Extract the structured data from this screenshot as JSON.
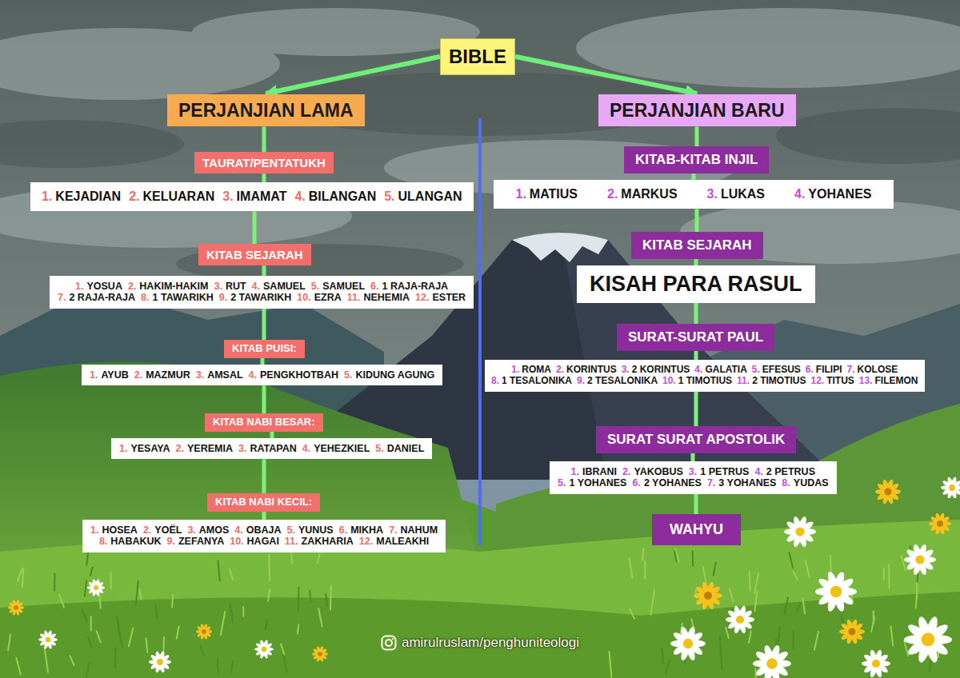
{
  "diagram": {
    "nodes": [
      {
        "text": [
          "BIBLE"
        ]
      },
      {
        "text": [
          "PERJANJIAN LAMA"
        ]
      },
      {
        "text": [
          "TAURAT/PENTATUKH"
        ]
      },
      {
        "text": [
          "1.",
          "KEJADIAN",
          "2.",
          "KELUARAN",
          "3.",
          "IMAMAT",
          "4.",
          "BILANGAN",
          "5.",
          "ULANGAN"
        ]
      },
      {
        "text": [
          "KITAB SEJARAH"
        ]
      },
      {
        "text": [
          "1.",
          "YOSUA",
          "2.",
          "HAKIM-HAKIM",
          "3.",
          "RUT",
          "4.",
          "SAMUEL",
          "5.",
          "SAMUEL",
          "6.",
          "1 RAJA-RAJA",
          "7.",
          "2 RAJA-RAJA",
          "8.",
          "1 TAWARIKH",
          "9.",
          "2 TAWARIKH",
          "10.",
          "EZRA",
          "11.",
          "NEHEMIA",
          "12.",
          "ESTER"
        ]
      },
      {
        "text": [
          "KITAB PUISI:"
        ]
      },
      {
        "text": [
          "1.",
          "AYUB",
          "2.",
          "MAZMUR",
          "3.",
          "AMSAL",
          "4.",
          "PENGKHOTBAH",
          "5.",
          "KIDUNG AGUNG"
        ]
      },
      {
        "text": [
          "KITAB NABI BESAR:"
        ]
      },
      {
        "text": [
          "1.",
          "YESAYA",
          "2.",
          "YEREMIA",
          "3.",
          "RATAPAN",
          "4.",
          "YEHEZKIEL",
          "5.",
          "DANIEL"
        ]
      },
      {
        "text": [
          "KITAB NABI KECIL:"
        ]
      },
      {
        "text": [
          "1.",
          "HOSEA",
          "2.",
          "YOËL",
          "3.",
          "AMOS",
          "4.",
          "OBAJA",
          "5.",
          "YUNUS",
          "6.",
          "MIKHA",
          "7.",
          "NAHUM",
          "8.",
          "HABAKUK",
          "9.",
          "ZEFANYA",
          "10.",
          "HAGAI",
          "11.",
          "ZAKHARIA",
          "12.",
          "MALEAKHI"
        ]
      },
      {
        "text": [
          "PERJANJIAN BARU"
        ]
      },
      {
        "text": [
          "KITAB-KITAB INJIL"
        ]
      },
      {
        "text": [
          "1.",
          "MATIUS",
          "2.",
          "MARKUS",
          "3.",
          "LUKAS",
          "4.",
          "YOHANES"
        ]
      },
      {
        "text": [
          "KITAB SEJARAH"
        ]
      },
      {
        "text": [
          "KISAH PARA RASUL"
        ]
      },
      {
        "text": [
          "SURAT-SURAT PAUL"
        ]
      },
      {
        "text": [
          "1.",
          "ROMA",
          "2.",
          "KORINTUS",
          "3.",
          "2 KORINTUS",
          "4.",
          "GALATIA",
          "5.",
          "EFESUS",
          "6.",
          "FILIPI",
          "7.",
          "KOLOSE",
          "8.",
          "1 TESALONIKA",
          "9.",
          "2 TESALONIKA",
          "10.",
          "1 TIMOTIUS",
          "11.",
          "2 TIMOTIUS",
          "12.",
          "TITUS",
          "13.",
          "FILEMON"
        ]
      },
      {
        "text": [
          "SURAT SURAT APOSTOLIK"
        ]
      },
      {
        "text": [
          "1.",
          "IBRANI",
          "2.",
          "YAKOBUS",
          "3.",
          "1 PETRUS",
          "4.",
          "2 PETRUS",
          "5.",
          "1 YOHANES",
          "6.",
          "2 YOHANES",
          "7.",
          "3 YOHANES",
          "8.",
          "YUDAS"
        ]
      },
      {
        "text": [
          "WAHYU"
        ]
      }
    ],
    "edges": [
      {
        "from": 0,
        "to": 1,
        "arrow": "to"
      },
      {
        "from": 0,
        "to": 12,
        "arrow": "to"
      },
      {
        "from": 1,
        "to": 2,
        "arrow": "none"
      },
      {
        "from": 2,
        "to": 3,
        "arrow": "none"
      },
      {
        "from": 3,
        "to": 4,
        "arrow": "none"
      },
      {
        "from": 4,
        "to": 5,
        "arrow": "none"
      },
      {
        "from": 5,
        "to": 6,
        "arrow": "none"
      },
      {
        "from": 6,
        "to": 7,
        "arrow": "none"
      },
      {
        "from": 7,
        "to": 8,
        "arrow": "none"
      },
      {
        "from": 8,
        "to": 9,
        "arrow": "none"
      },
      {
        "from": 9,
        "to": 10,
        "arrow": "none"
      },
      {
        "from": 10,
        "to": 11,
        "arrow": "none"
      },
      {
        "from": 12,
        "to": 13,
        "arrow": "none"
      },
      {
        "from": 13,
        "to": 14,
        "arrow": "none"
      },
      {
        "from": 14,
        "to": 15,
        "arrow": "none"
      },
      {
        "from": 15,
        "to": 16,
        "arrow": "none"
      },
      {
        "from": 16,
        "to": 17,
        "arrow": "none"
      },
      {
        "from": 17,
        "to": 18,
        "arrow": "none"
      },
      {
        "from": 18,
        "to": 19,
        "arrow": "none"
      },
      {
        "from": 19,
        "to": 20,
        "arrow": "none"
      },
      {
        "from": 20,
        "to": 21,
        "arrow": "none"
      }
    ],
    "labels": [
      "amirulruslam/penghuniteologi"
    ]
  }
}
